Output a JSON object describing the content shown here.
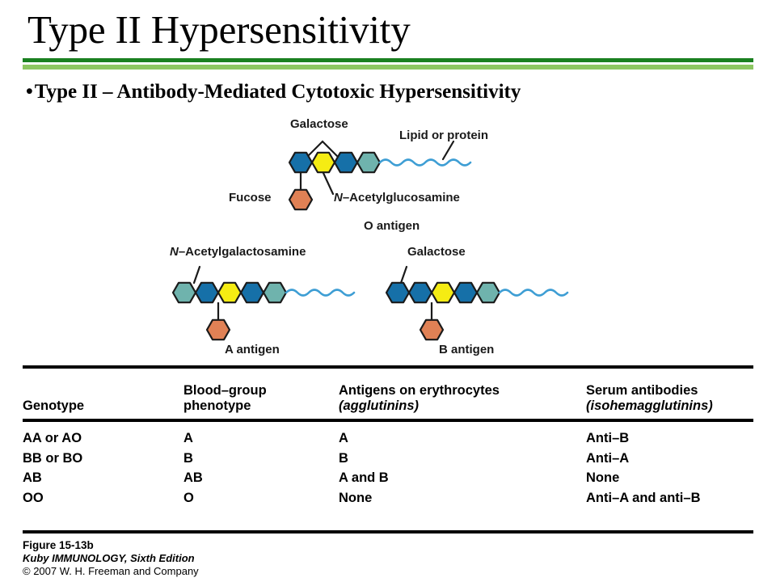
{
  "slide": {
    "title": "Type II Hypersensitivity",
    "bullet_marker": "•",
    "bullet_text": "Type II – Antibody-Mediated Cytotoxic Hypersensitivity",
    "rule_dark_color": "#1a8020",
    "rule_light_color": "#8cc662"
  },
  "figure": {
    "colors": {
      "blue": "#1670a8",
      "yellow": "#f5ec13",
      "teal": "#6fb3ad",
      "orange": "#e08155",
      "outline": "#1a1a1a",
      "wave": "#3e9ed4"
    },
    "o_antigen": {
      "caption": "O antigen",
      "labels": {
        "galactose": "Galactose",
        "lipid_or_protein": "Lipid or protein",
        "fucose": "Fucose",
        "n_acetylglucosamine_italic": "N",
        "n_acetylglucosamine_rest": "–Acetylglucosamine"
      },
      "chain": [
        "blue",
        "yellow",
        "blue",
        "teal"
      ],
      "branch": "orange"
    },
    "a_antigen": {
      "caption": "A antigen",
      "labels": {
        "n_acetylgalactosamine_italic": "N",
        "n_acetylgalactosamine_rest": "–Acetylgalactosamine"
      },
      "chain": [
        "teal",
        "blue",
        "yellow",
        "blue",
        "teal"
      ],
      "branch": "orange"
    },
    "b_antigen": {
      "caption": "B antigen",
      "labels": {
        "galactose": "Galactose"
      },
      "chain": [
        "blue",
        "blue",
        "yellow",
        "blue",
        "teal"
      ],
      "branch": "orange"
    }
  },
  "table": {
    "headers": [
      {
        "line1": "",
        "line2": "Genotype",
        "sub": ""
      },
      {
        "line1": "Blood–group",
        "line2": "phenotype",
        "sub": ""
      },
      {
        "line1": "Antigens on erythrocytes",
        "line2": "",
        "sub": "(agglutinins)"
      },
      {
        "line1": "Serum antibodies",
        "line2": "",
        "sub": "(isohemagglutinins)"
      }
    ],
    "rows": [
      [
        "AA or AO",
        "A",
        "A",
        "Anti–B"
      ],
      [
        "BB or BO",
        "B",
        "B",
        "Anti–A"
      ],
      [
        "AB",
        "AB",
        "A and B",
        "None"
      ],
      [
        "OO",
        "O",
        "None",
        "Anti–A and anti–B"
      ]
    ]
  },
  "footer": {
    "figure_number": "Figure 15-13b",
    "book": "Kuby IMMUNOLOGY, Sixth Edition",
    "copyright": "© 2007 W. H. Freeman and Company"
  }
}
